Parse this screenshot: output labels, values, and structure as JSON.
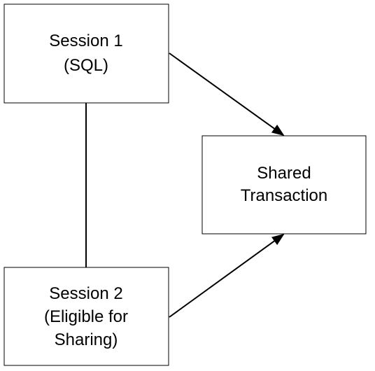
{
  "diagram": {
    "session1": {
      "line1": "Session 1",
      "line2": "(SQL)"
    },
    "session2": {
      "line1": "Session 2",
      "line2": "(Eligible for",
      "line3": "Sharing)"
    },
    "shared": {
      "line1": "Shared",
      "line2": "Transaction"
    }
  },
  "colors": {
    "stroke": "#000000",
    "fill": "#ffffff",
    "text": "#000000"
  }
}
